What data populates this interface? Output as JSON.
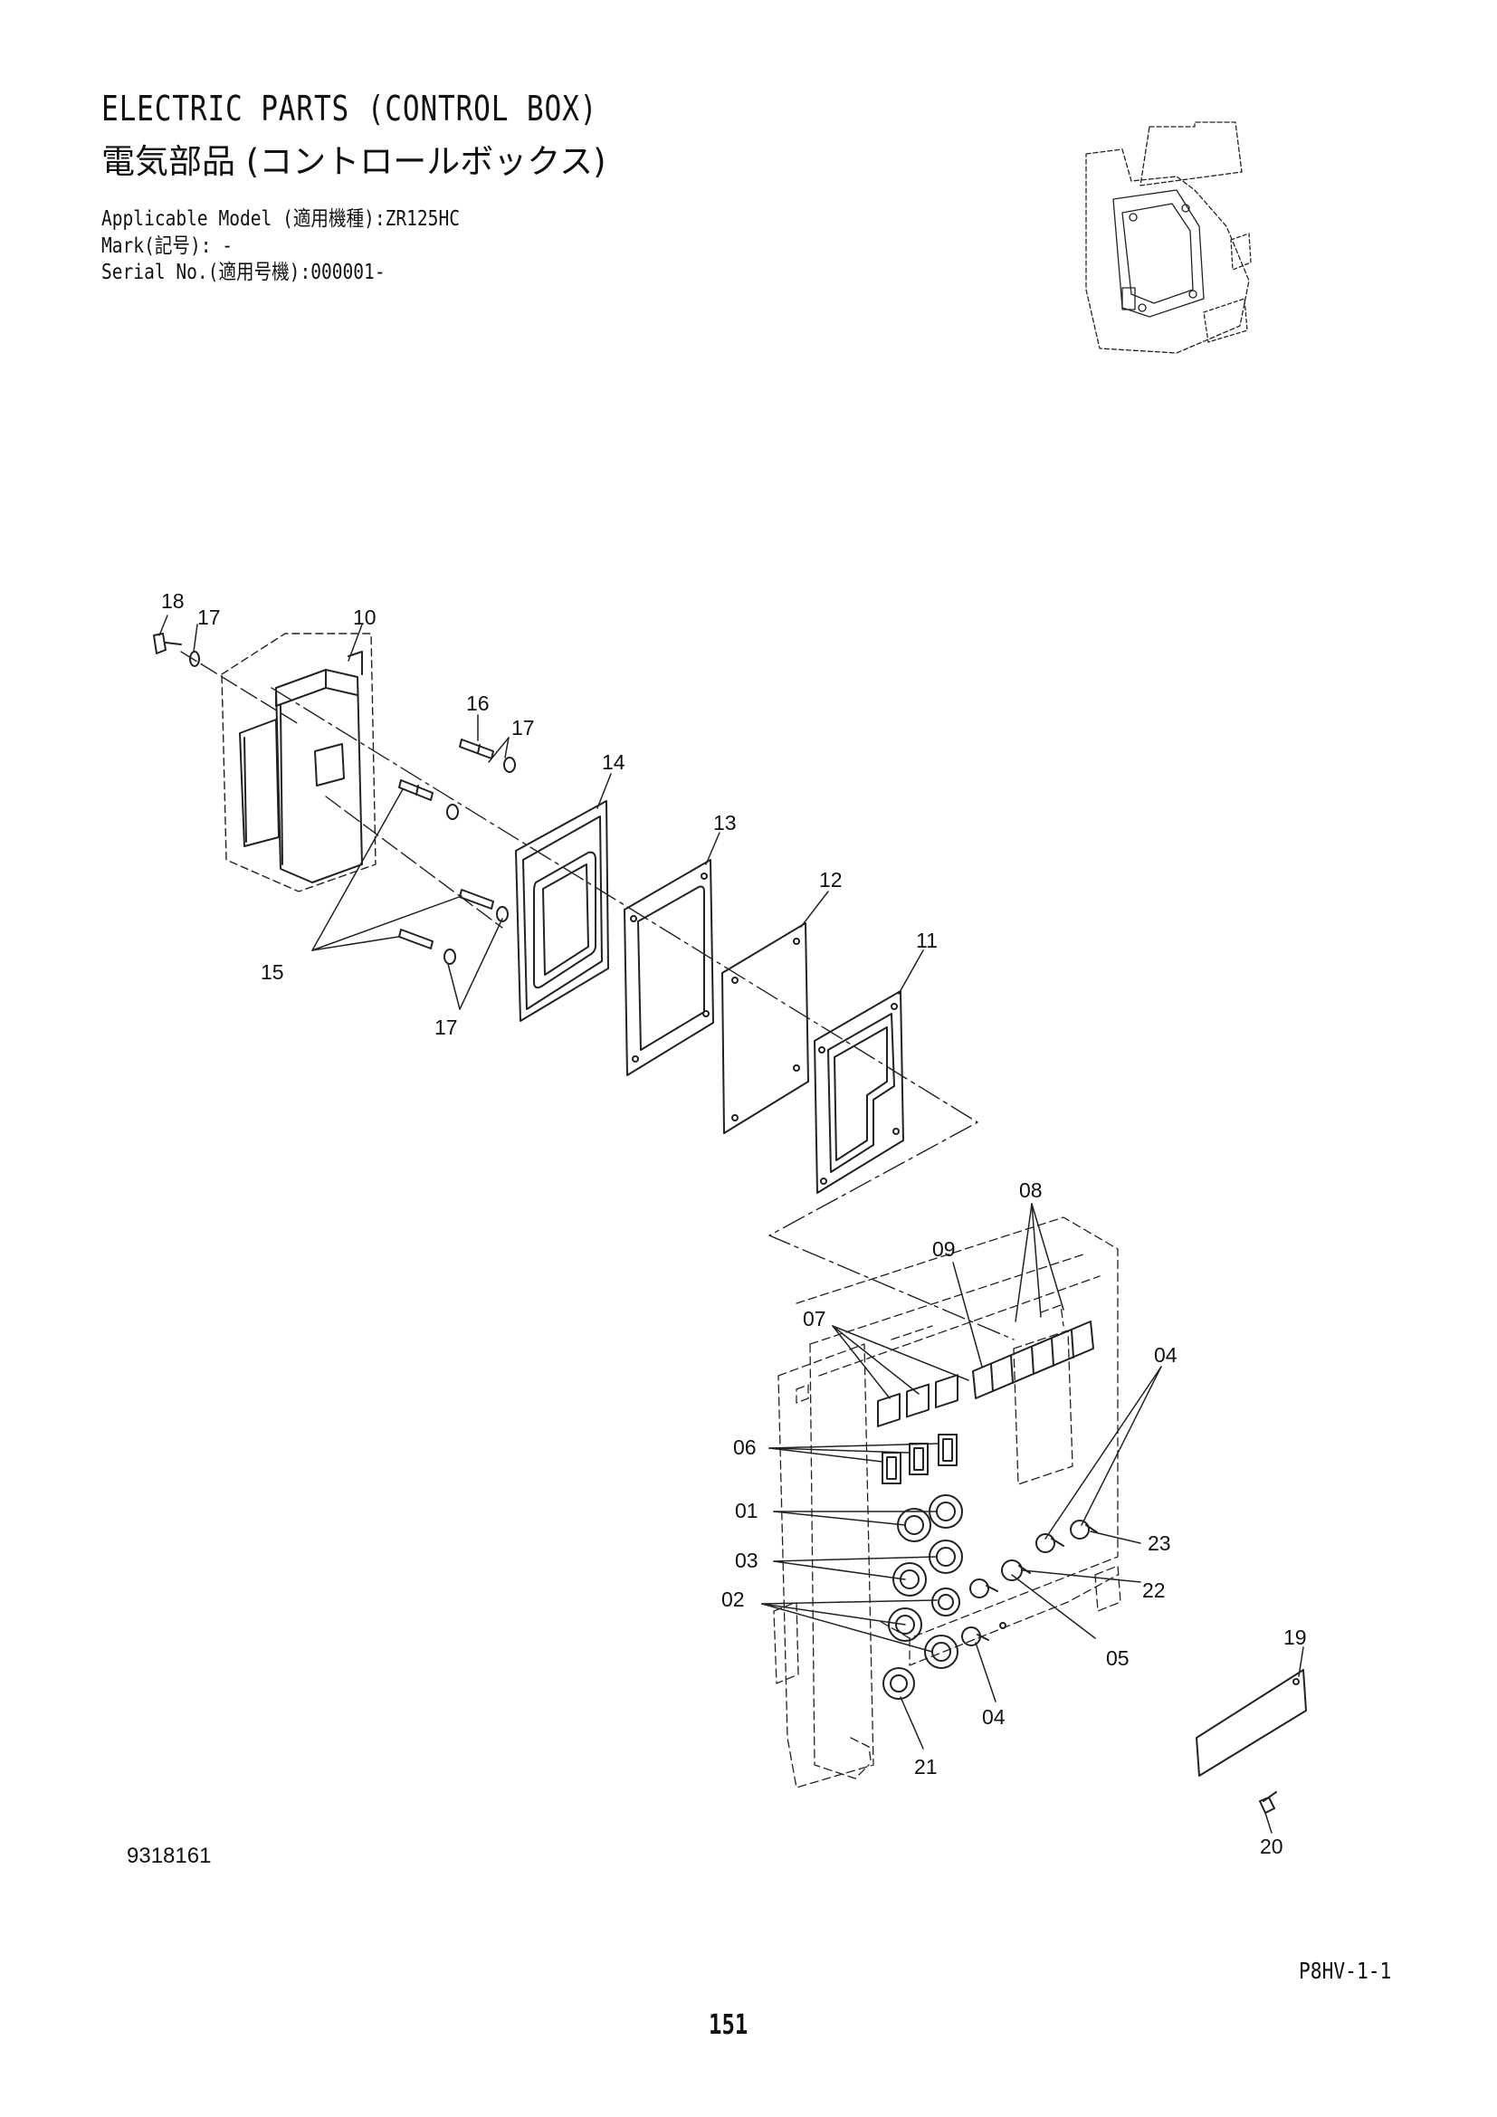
{
  "header": {
    "title_en": "ELECTRIC PARTS (CONTROL BOX)",
    "title_ja": "電気部品 (コントロールボックス)",
    "applicable_model": "Applicable Model (適用機種):ZR125HC",
    "mark": "Mark(記号): -",
    "serial_no": "Serial No.(適用号機):000001-"
  },
  "callouts": {
    "c18": "18",
    "c17a": "17",
    "c10": "10",
    "c16": "16",
    "c17b": "17",
    "c14": "14",
    "c13": "13",
    "c12": "12",
    "c11": "11",
    "c15": "15",
    "c17c": "17",
    "c08": "08",
    "c09": "09",
    "c07": "07",
    "c04a": "04",
    "c06": "06",
    "c01": "01",
    "c03": "03",
    "c23": "23",
    "c02": "02",
    "c22": "22",
    "c05": "05",
    "c04b": "04",
    "c21": "21",
    "c19": "19",
    "c20": "20"
  },
  "footer": {
    "drawing_no": "9318161",
    "page_code": "P8HV-1-1",
    "page_number": "151"
  }
}
